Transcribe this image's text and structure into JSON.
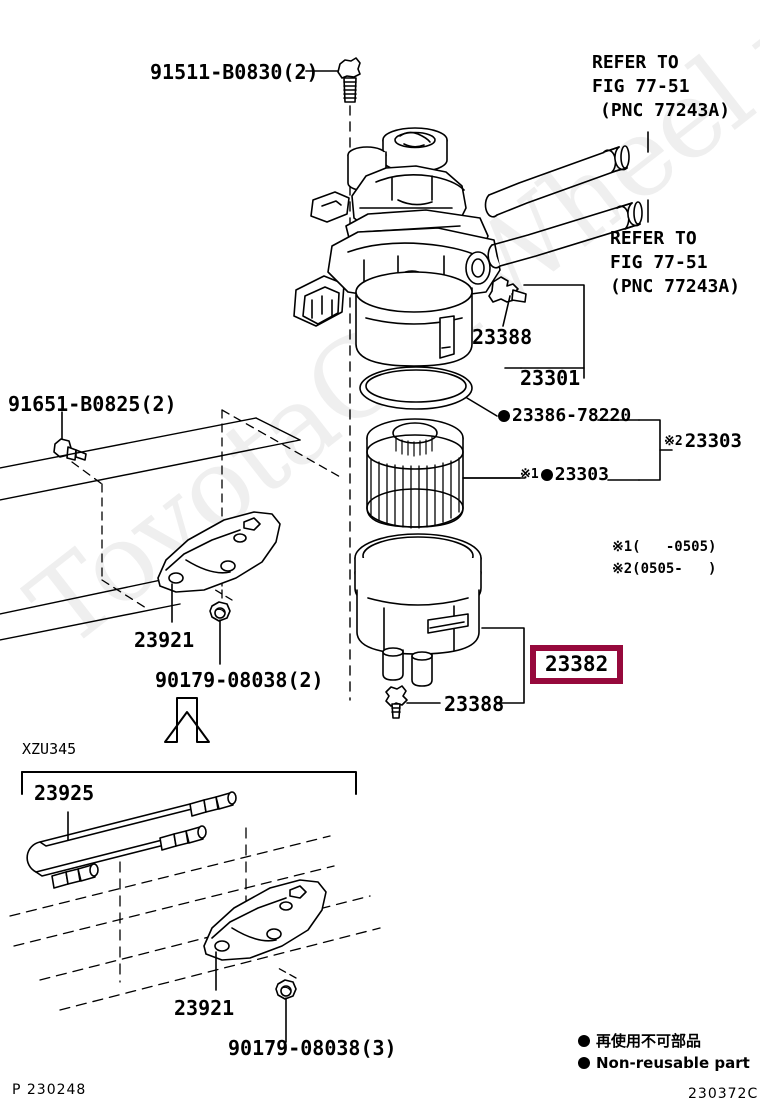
{
  "diagram": {
    "title": "Toyota fuel filter assembly parts diagram",
    "footer_left": "P 230248",
    "footer_right": "230372C",
    "highlight_color": "#96093c",
    "watermark_text": "ToyotaCarWheel.ru"
  },
  "references": {
    "ref_top": {
      "line1": "REFER TO",
      "line2": "FIG 77-51",
      "line3": "(PNC 77243A)"
    },
    "ref_mid": {
      "line1": "REFER TO",
      "line2": "FIG 77-51",
      "line3": "(PNC 77243A)"
    }
  },
  "notes": {
    "note1": "※1(   -0505)",
    "note2": "※2(0505-   )"
  },
  "parts": {
    "bolt_top": "91511-B0830(2)",
    "bolt_left": "91651-B0825(2)",
    "plug_upper": "23388",
    "filter_assy": "23301",
    "oring": "23386-78220",
    "element_mark1": "23303",
    "element_mark2": "23303",
    "mark1_prefix": "※1",
    "mark2_prefix": "※2",
    "bracket_upper": "23921",
    "nut_upper": "90179-08038(2)",
    "housing_highlight": "23382",
    "plug_lower": "23388",
    "model_code": "XZU345",
    "pipe_assy": "23925",
    "bracket_lower": "23921",
    "nut_lower": "90179-08038(3)"
  },
  "legend": {
    "jp": "再使用不可部品",
    "en": "Non-reusable part"
  }
}
